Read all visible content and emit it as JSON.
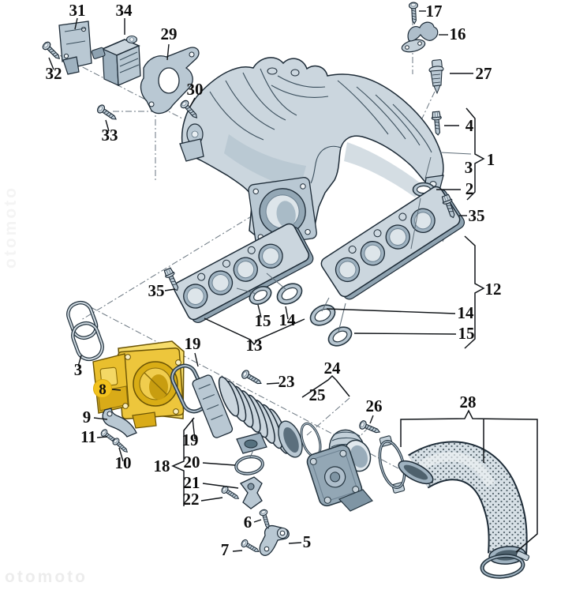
{
  "diagram": {
    "type": "exploded-parts-diagram",
    "subject": "intake-manifold-assembly",
    "colors": {
      "background": "#ffffff",
      "part_fill": "#cbd6de",
      "part_shade": "#9fb2c0",
      "outline": "#1c2a36",
      "highlight_yellow": "#f2c21e",
      "label_color": "#0d0d0d"
    },
    "highlighted_item": "8"
  },
  "labels": {
    "l31": "31",
    "l34": "34",
    "l29": "29",
    "l32": "32",
    "l33": "33",
    "l30": "30",
    "l17": "17",
    "l16": "16",
    "l27": "27",
    "l4": "4",
    "l3r": "3",
    "l1": "1",
    "l2": "2",
    "l35r": "35",
    "l12": "12",
    "l14r": "14",
    "l15r": "15",
    "l35l": "35",
    "l15a": "15",
    "l14a": "14",
    "l13": "13",
    "l19a": "19",
    "l3l": "3",
    "l8": "8",
    "l9": "9",
    "l11": "11",
    "l10": "10",
    "l23": "23",
    "l24": "24",
    "l25": "25",
    "l19b": "19",
    "l18": "18",
    "l20": "20",
    "l21": "21",
    "l22": "22",
    "l6": "6",
    "l5": "5",
    "l7": "7",
    "l26": "26",
    "l28": "28"
  },
  "watermark": {
    "text": "otomoto"
  }
}
